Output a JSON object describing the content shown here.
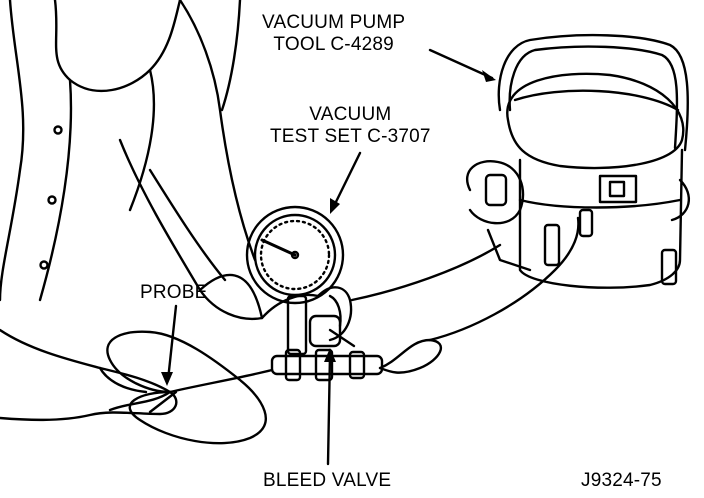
{
  "labels": {
    "vacuum_pump": [
      "VACUUM PUMP",
      "TOOL C-4289"
    ],
    "vacuum_test_set": [
      "VACUUM",
      "TEST SET C-3707"
    ],
    "probe": "PROBE",
    "bleed_valve": "BLEED VALVE",
    "figure_id": "J9324-75"
  }
}
